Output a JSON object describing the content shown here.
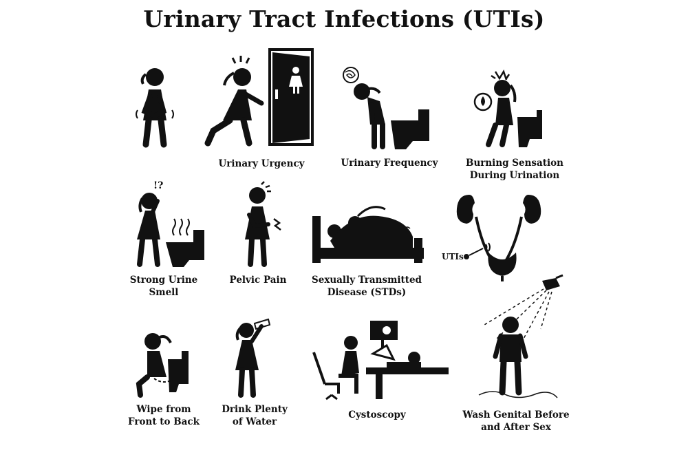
{
  "title": "Urinary Tract Infections (UTIs)",
  "captions": {
    "urgency": "Urinary Urgency",
    "frequency": "Urinary Frequency",
    "burning_l1": "Burning Sensation",
    "burning_l2": "During Urination",
    "smell_l1": "Strong Urine",
    "smell_l2": "Smell",
    "pelvic": "Pelvic Pain",
    "std_l1": "Sexually Transmitted",
    "std_l2": "Disease (STDs)",
    "wipe_l1": "Wipe from",
    "wipe_l2": "Front to Back",
    "water_l1": "Drink Plenty",
    "water_l2": "of Water",
    "cystoscopy": "Cystoscopy",
    "wash_l1": "Wash Genital Before",
    "wash_l2": "and After Sex"
  },
  "labels": {
    "utis": "UTIs",
    "question": "!?"
  }
}
